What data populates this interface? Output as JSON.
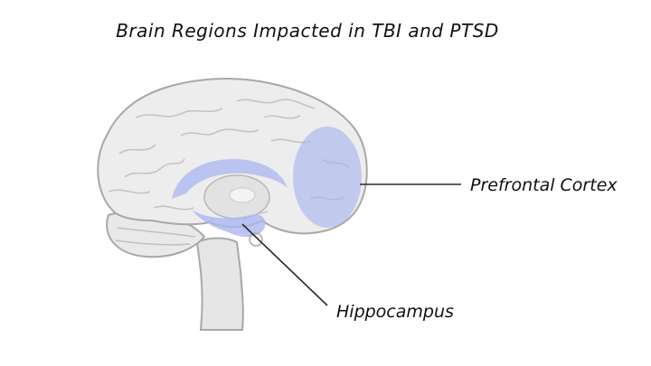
{
  "title": "Brain Regions Impacted in TBI and PTSD",
  "labels": {
    "prefrontal_cortex": "Prefrontal Cortex",
    "hippocampus": "Hippocampus"
  },
  "colors": {
    "brain_fill": "#ededed",
    "brain_outline": "#a8a8a8",
    "highlight": "#a9b6f0",
    "leader_line": "#2a2a2a"
  }
}
